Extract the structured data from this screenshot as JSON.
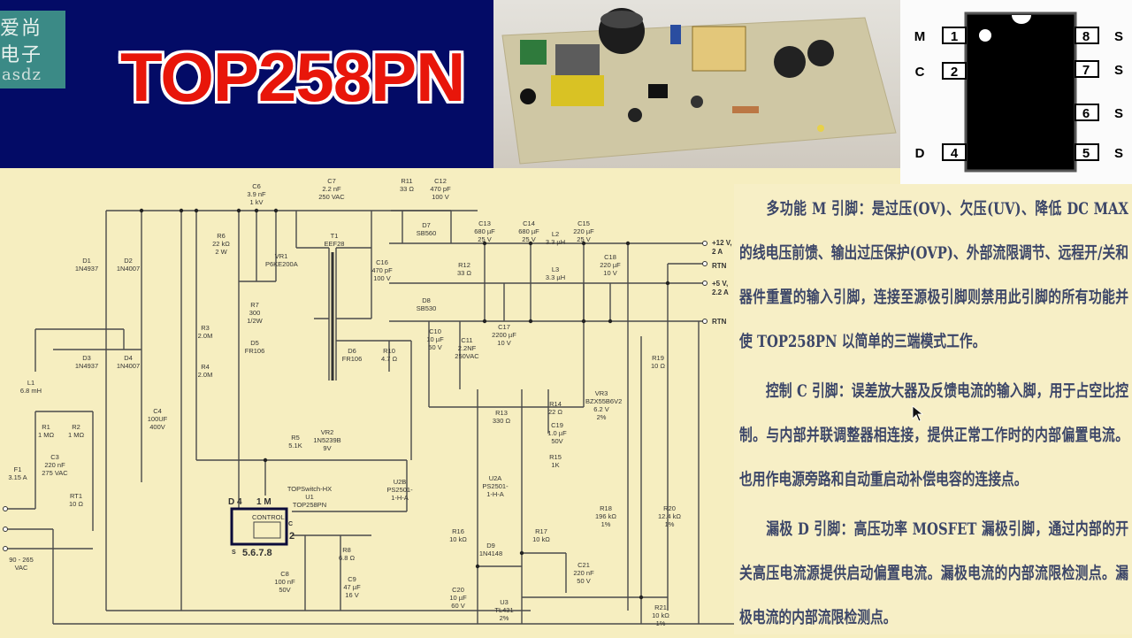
{
  "header": {
    "logo_lines": [
      "爱尚",
      "电子",
      "asdz"
    ],
    "title": "TOP258PN"
  },
  "pinout": {
    "left_pins": [
      {
        "name": "M",
        "number": "1"
      },
      {
        "name": "C",
        "number": "2"
      },
      {
        "name": "D",
        "number": "4"
      }
    ],
    "right_pins": [
      {
        "name": "S",
        "number": "8"
      },
      {
        "name": "S",
        "number": "7"
      },
      {
        "name": "S",
        "number": "6"
      },
      {
        "name": "S",
        "number": "5"
      }
    ]
  },
  "schematic": {
    "components": [
      "C6\n3.9 nF\n1 kV",
      "C7\n2.2 nF\n250 VAC",
      "R6\n22 kΩ\n2 W",
      "VR1\nP6KE200A",
      "T1\nEEF28",
      "D1\n1N4937",
      "D2\n1N4007",
      "D3\n1N4937",
      "D4\n1N4007",
      "R7\n300\n1/2W",
      "D5\nFR106",
      "R3\n2.0M",
      "R4\n2.0M",
      "L1\n6.8 mH",
      "R1\n1 MΩ",
      "R2\n1 MΩ",
      "C3\n220 nF\n275 VAC",
      "F1\n3.15 A",
      "RT1\n10 Ω",
      "C4\n100UF\n400V",
      "R5\n5.1K",
      "VR2\n1N5239B\n9V",
      "TOPSwitch-HX\nU1\nTOP258PN",
      "C8\n100 nF\n50V",
      "R8\n6.8 Ω",
      "C9\n47 µF\n16 V",
      "U2B\nPS2501-\n1-H-A",
      "D6\nFR106",
      "R10\n4.7 Ω",
      "C10\n10 µF\n50 V",
      "C11\n2.2NF\n250VAC",
      "R11\n33 Ω",
      "C12\n470 pF\n100 V",
      "D7\nSB560",
      "C16\n470 pF\n100 V",
      "R12\n33 Ω",
      "D8\nSB530",
      "C13\n680 µF\n25 V",
      "C14\n680 µF\n25 V",
      "L2\n3.3 µH",
      "C15\n220 µF\n25 V",
      "L3\n3.3 µH",
      "C18\n220 µF\n10 V",
      "C17\n2200 µF\n10 V",
      "R19\n10 Ω",
      "VR3\nBZX55B6V2\n6.2 V\n2%",
      "R13\n330 Ω",
      "R14\n22 Ω",
      "C19\n1.0 µF\n50V",
      "R15\n1K",
      "U2A\nPS2501-\n1-H-A",
      "R16\n10 kΩ",
      "D9\n1N4148",
      "R17\n10 kΩ",
      "C21\n220 nF\n50 V",
      "C20\n10 µF\n60 V",
      "U3\nTL431\n2%",
      "R18\n196 kΩ\n1%",
      "R20\n12.4 kΩ\n1%",
      "R21\n10 kΩ\n1%",
      "90 - 265\nVAC"
    ],
    "outputs": [
      "+12 V,\n2 A",
      "RTN",
      "+5 V,\n2.2 A",
      "RTN"
    ],
    "ic": {
      "block_label": "CONTROL",
      "pin_d": "D 4",
      "pin_m": "1 M",
      "pin_c": "C",
      "pin_c_num": "2",
      "pin_s": "S",
      "pins_source": "5.6.7.8"
    }
  },
  "description": {
    "paragraphs": [
      "　　多功能 M 引脚：是过压(OV)、欠压(UV)、降低 DC MAX 的线电压前馈、输出过压保护(OVP)、外部流限调节、远程开/关和器件重置的输入引脚，连接至源极引脚则禁用此引脚的所有功能并使 TOP258PN 以简单的三端模式工作。",
      "　　控制 C 引脚：误差放大器及反馈电流的输入脚，用于占空比控制。与内部并联调整器相连接，提供正常工作时的内部偏置电流。也用作电源旁路和自动重启动补偿电容的连接点。",
      "　　漏极 D 引脚：高压功率 MOSFET 漏极引脚，通过内部的开关高压电流源提供启动偏置电流。漏极电流的内部流限检测点。漏极电流的内部流限检测点。"
    ]
  },
  "colors": {
    "header_bg": "#030b66",
    "title_red": "#e8160a",
    "logo_bg": "#3b8a86",
    "schematic_bg": "#f6eec0",
    "text_color": "#3c4668"
  }
}
